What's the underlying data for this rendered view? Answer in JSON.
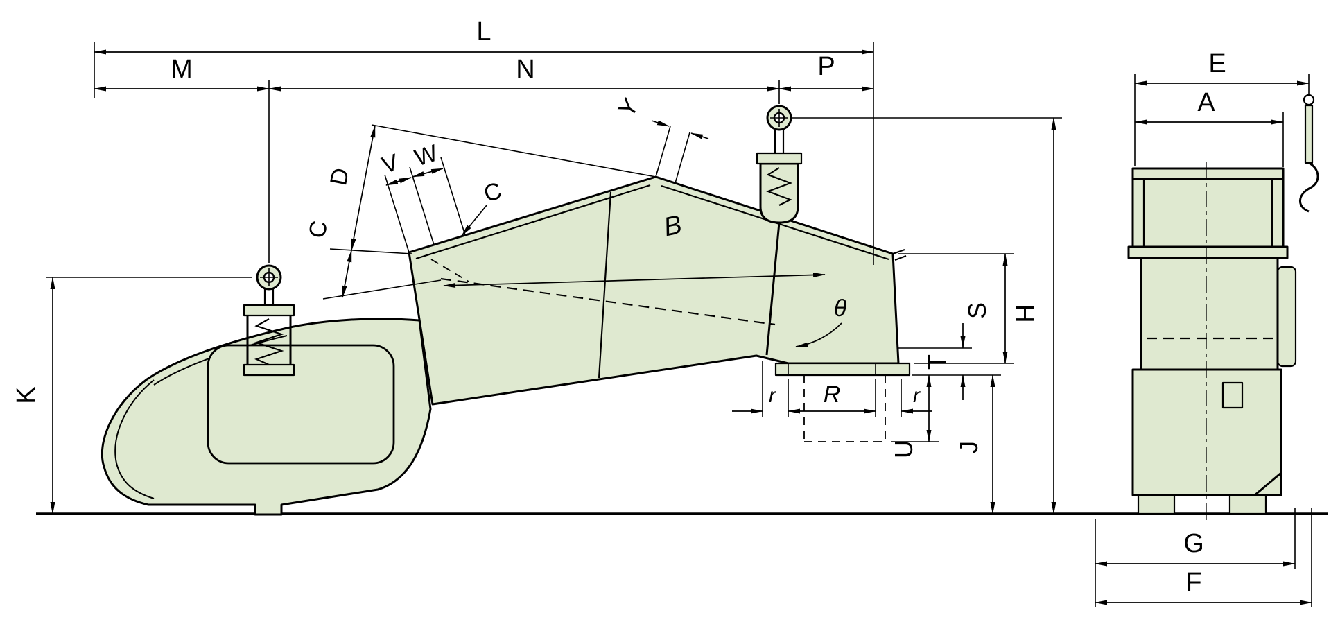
{
  "diagram": {
    "colors": {
      "body_fill": "#dfe9d0",
      "line": "#000000",
      "background": "#ffffff"
    },
    "labels": {
      "L": "L",
      "M": "M",
      "N": "N",
      "P": "P",
      "E": "E",
      "A": "A",
      "K": "K",
      "H": "H",
      "S": "S",
      "T": "T",
      "U": "U",
      "J": "J",
      "G": "G",
      "F": "F",
      "B": "B",
      "Y": "Y",
      "V": "V",
      "W": "W",
      "D": "D",
      "C_depth": "C",
      "C_detail": "C",
      "theta": "θ",
      "R": "R",
      "r_left": "r",
      "r_right": "r"
    }
  }
}
